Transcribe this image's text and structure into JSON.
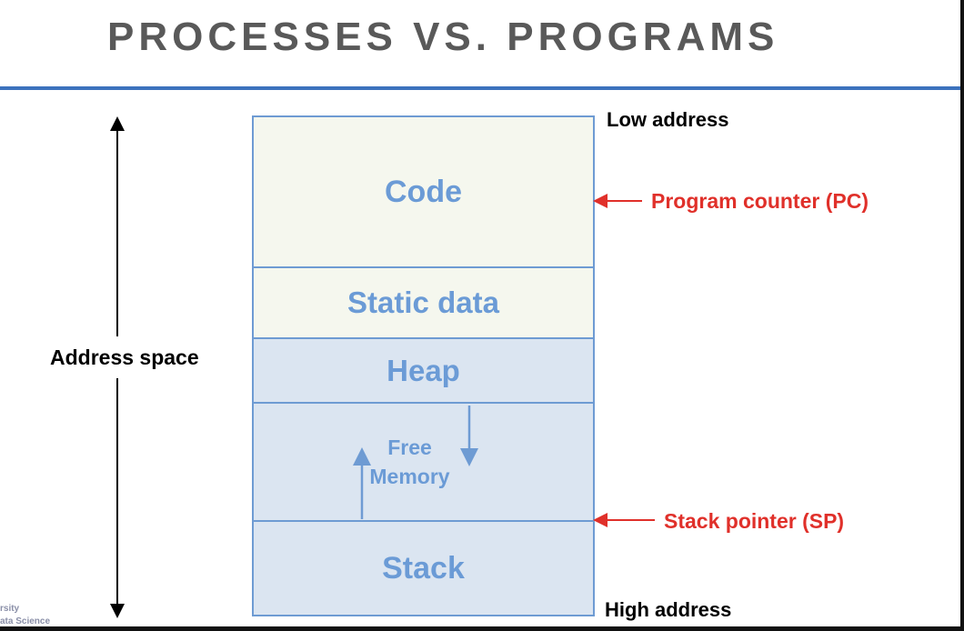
{
  "title": "PROCESSES VS. PROGRAMS",
  "segments": {
    "code": "Code",
    "static": "Static data",
    "heap": "Heap",
    "free": "Free\nMemory",
    "stack": "Stack"
  },
  "labels": {
    "low": "Low address",
    "high": "High address",
    "address_space": "Address space",
    "pc": "Program counter (PC)",
    "sp": "Stack pointer (SP)"
  },
  "logo": {
    "line1": "rsity",
    "line2": "ata Science"
  },
  "colors": {
    "accent": "#3c72bd",
    "segment_text": "#6b9bd6",
    "pointer": "#e0302a"
  }
}
